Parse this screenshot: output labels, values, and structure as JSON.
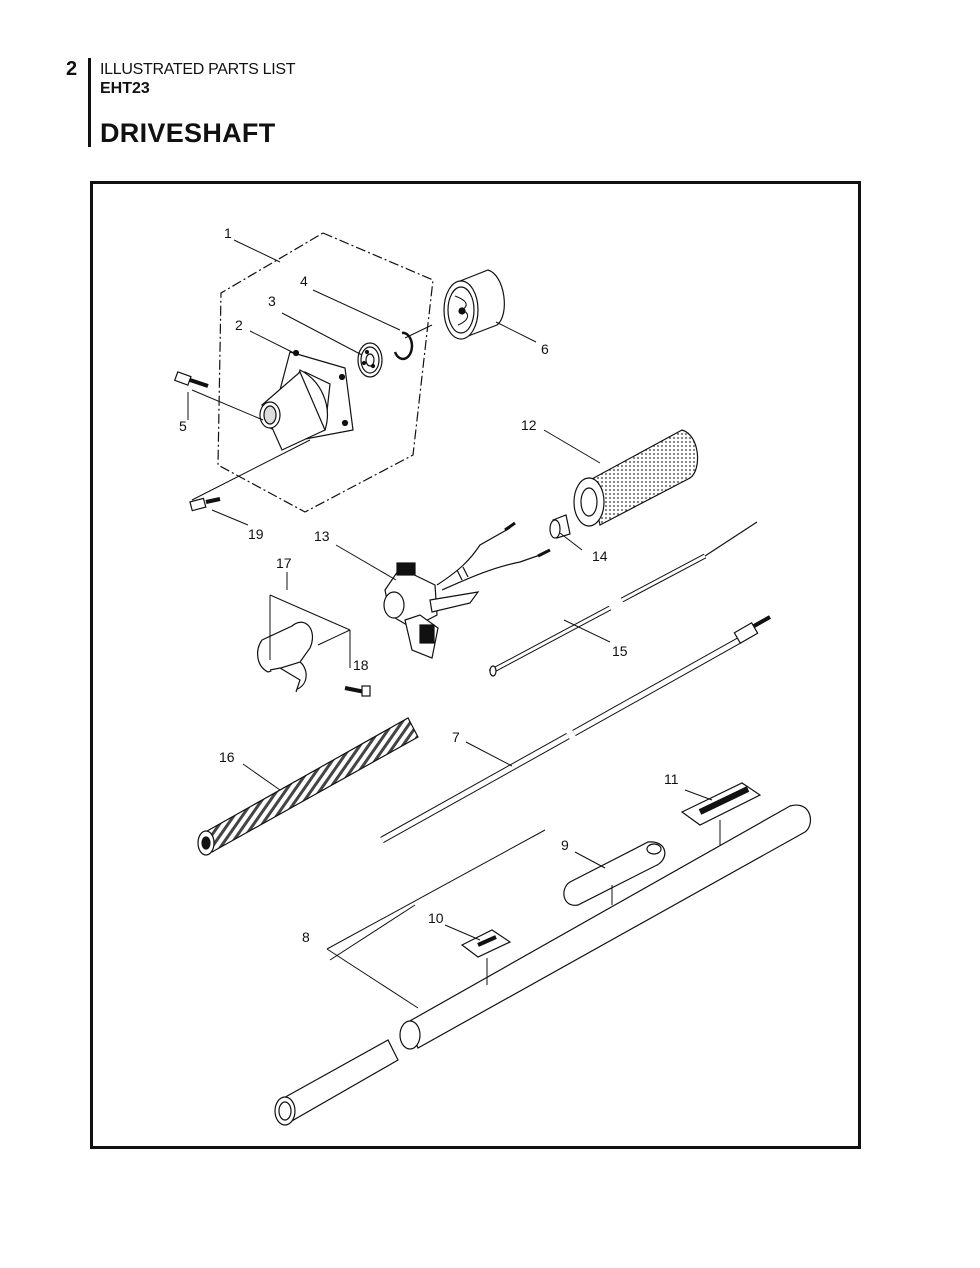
{
  "header": {
    "page_number": "2",
    "section": "ILLUSTRATED PARTS LIST",
    "model": "EHT23",
    "title": "DRIVESHAFT"
  },
  "callouts": [
    "1",
    "2",
    "3",
    "4",
    "5",
    "6",
    "7",
    "8",
    "9",
    "10",
    "11",
    "12",
    "13",
    "14",
    "15",
    "16",
    "17",
    "18",
    "19"
  ]
}
